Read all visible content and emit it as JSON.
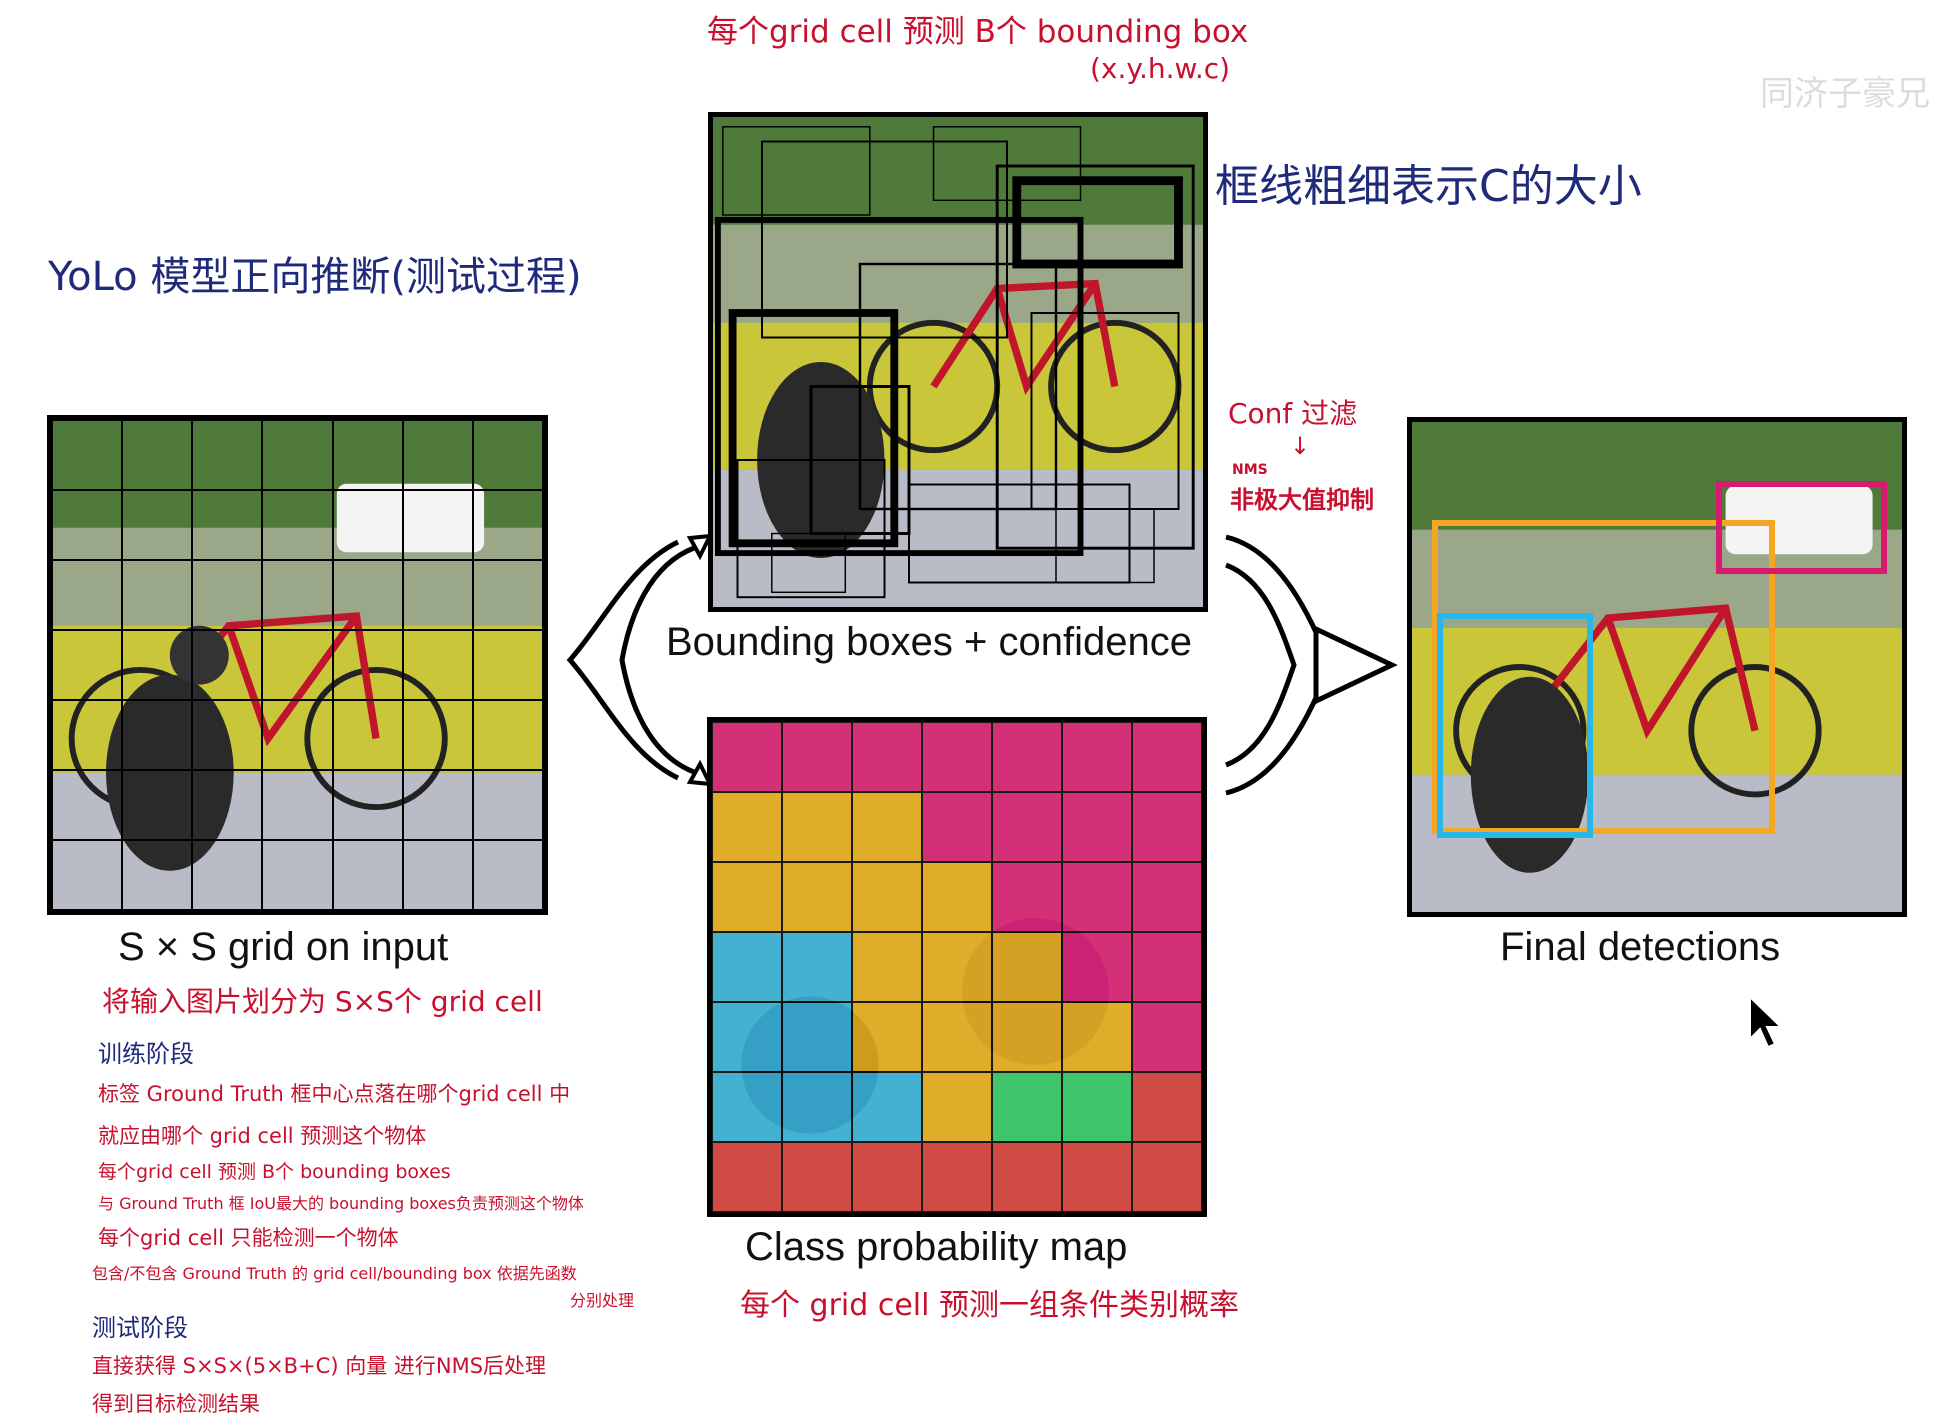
{
  "title_note": "YoLo 模型正向推断(测试过程)",
  "top_note_line1": "每个grid cell 预测 B个 bounding box",
  "top_note_line2": "(x.y.h.w.c)",
  "box_thickness_note": "框线粗细表示C的大小",
  "conf_filter_note": "Conf 过滤",
  "nms_arrow": "↓",
  "nms_label": "NMS",
  "nms_note": "非极大值抑制",
  "watermark": "同济子豪兄",
  "captions": {
    "grid": "S × S grid on input",
    "bboxes": "Bounding boxes + confidence",
    "classmap": "Class probability map",
    "final": "Final detections"
  },
  "grid_note": "将输入图片划分为 S×S个 grid cell",
  "classmap_note": "每个 grid cell 预测一组条件类别概率",
  "notes": {
    "train_title": "训练阶段",
    "train_1": "标签 Ground Truth 框中心点落在哪个grid cell 中",
    "train_2": "就应由哪个 grid cell 预测这个物体",
    "train_3": "每个grid cell 预测 B个 bounding  boxes",
    "train_4": "与 Ground Truth 框 IoU最大的 bounding boxes负责预测这个物体",
    "train_5": "每个grid cell 只能检测一个物体",
    "train_6": "包含/不包含  Ground Truth 的  grid cell/bounding box 依据先函数",
    "train_6b": "分别处理",
    "test_title": "测试阶段",
    "test_1": "直接获得 S×S×(5×B+C) 向量 进行NMS后处理",
    "test_2": "得到目标检测结果"
  },
  "colors": {
    "pink": "#e5197a",
    "yellow": "#f2b21b",
    "blue": "#36b7e5",
    "green": "#2fcf6a",
    "red": "#e03a3a",
    "box_orange": "#f5a623",
    "box_magenta": "#d81b70",
    "box_cyan": "#29b6e8"
  },
  "class_grid": [
    [
      "pink",
      "pink",
      "pink",
      "pink",
      "pink",
      "pink",
      "pink"
    ],
    [
      "yellow",
      "yellow",
      "yellow",
      "pink",
      "pink",
      "pink",
      "pink"
    ],
    [
      "yellow",
      "yellow",
      "yellow",
      "yellow",
      "pink",
      "pink",
      "pink"
    ],
    [
      "blue",
      "blue",
      "yellow",
      "yellow",
      "yellow",
      "pink",
      "pink"
    ],
    [
      "blue",
      "blue",
      "yellow",
      "yellow",
      "yellow",
      "yellow",
      "pink"
    ],
    [
      "blue",
      "blue",
      "blue",
      "yellow",
      "green",
      "green",
      "red"
    ],
    [
      "red",
      "red",
      "red",
      "red",
      "red",
      "red",
      "red"
    ]
  ]
}
